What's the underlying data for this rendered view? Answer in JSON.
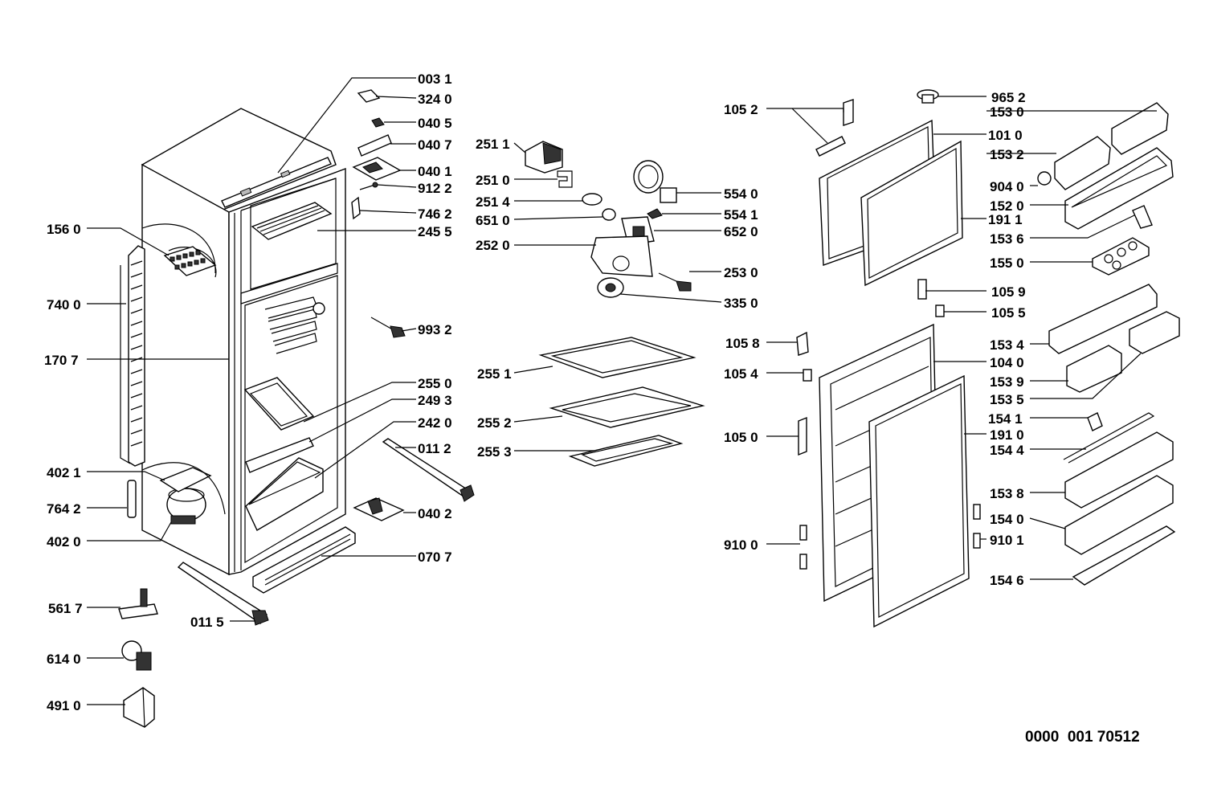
{
  "labels": {
    "p0031": "003 1",
    "p3240": "324 0",
    "p0405": "040 5",
    "p0407": "040 7",
    "p0401": "040 1",
    "p9122": "912 2",
    "p7462": "746 2",
    "p2455": "245 5",
    "p9932": "993 2",
    "p2550": "255 0",
    "p2493": "249 3",
    "p2420": "242 0",
    "p0112": "011 2",
    "p0402": "040 2",
    "p0707": "070 7",
    "p0115": "011 5",
    "p1560": "156 0",
    "p7400": "740 0",
    "p1707": "170 7",
    "p4021": "402 1",
    "p7642": "764 2",
    "p4020": "402 0",
    "p5617": "561 7",
    "p6140": "614 0",
    "p4910": "491 0",
    "p2511": "251 1",
    "p2510": "251 0",
    "p2514": "251 4",
    "p6510": "651 0",
    "p2520": "252 0",
    "p5540": "554 0",
    "p5541": "554 1",
    "p6520": "652 0",
    "p2530": "253 0",
    "p3350": "335 0",
    "p2551": "255 1",
    "p2552": "255 2",
    "p2553": "255 3",
    "p1052": "105 2",
    "p1058": "105 8",
    "p1054": "105 4",
    "p1050": "105 0",
    "p9100": "910 0",
    "p9652": "965 2",
    "p1530": "153 0",
    "p1010": "101 0",
    "p1532": "153 2",
    "p9040": "904 0",
    "p1520": "152 0",
    "p1911": "191 1",
    "p1536": "153 6",
    "p1550": "155 0",
    "p1059": "105 9",
    "p1055": "105 5",
    "p1534": "153 4",
    "p1040": "104 0",
    "p1539": "153 9",
    "p1535": "153 5",
    "p1541": "154 1",
    "p1910": "191 0",
    "p1544": "154 4",
    "p1538": "153 8",
    "p1540": "154 0",
    "p9101": "910 1",
    "p1546": "154 6"
  },
  "reference": "0000  001 70512"
}
